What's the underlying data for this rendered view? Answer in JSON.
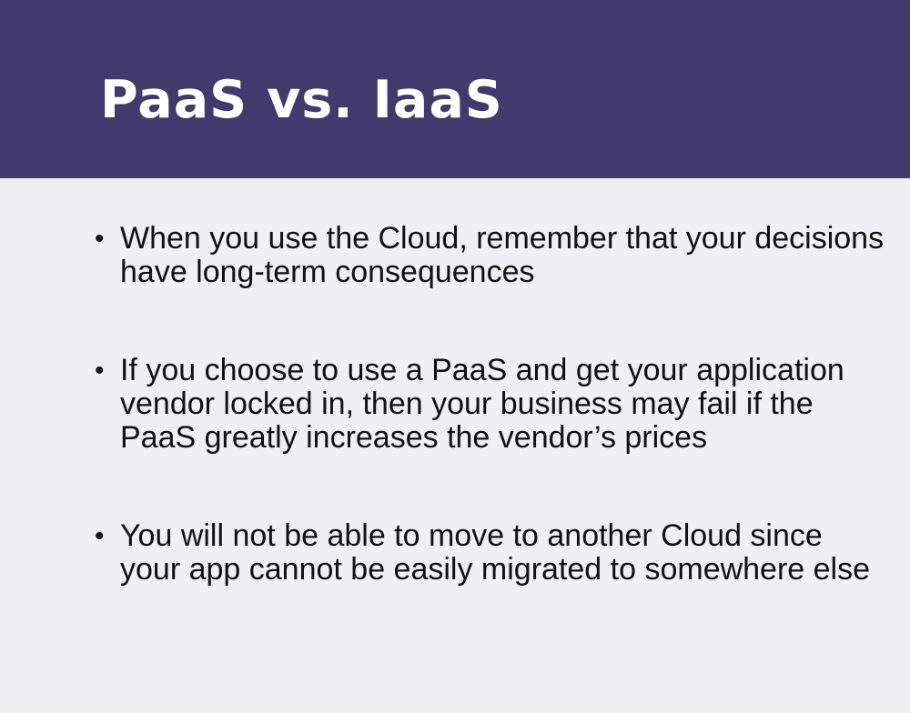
{
  "slide": {
    "title": "PaaS vs. IaaS",
    "bullet_glyph": "•",
    "bullets": [
      "When you use the Cloud, remember that your decisions have long-term consequences",
      "If you choose to use a PaaS and get your application vendor locked in, then your business may fail if the PaaS greatly increases the vendor’s prices",
      "You will not be able to move to another Cloud since your app cannot be easily migrated to somewhere else"
    ]
  },
  "colors": {
    "title_band": "#423a6c",
    "title_text": "#ffffff",
    "background": "#f0eff3",
    "body_text": "#111111"
  }
}
